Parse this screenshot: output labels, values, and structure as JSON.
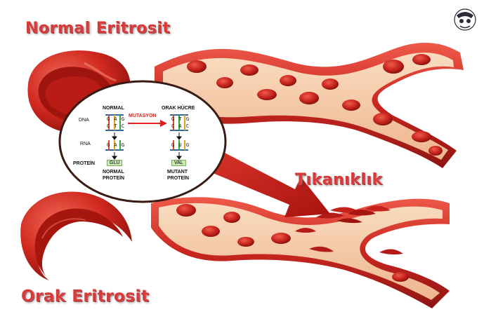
{
  "titles": {
    "normal": "Normal Eritrosit",
    "orak": "Orak Eritrosit",
    "tikaniklik": "Tıkanıklık"
  },
  "inset": {
    "normal_header": "NORMAL",
    "orak_header": "ORAK HÜCRE",
    "mutasyon": "MUTASYON",
    "row_dna": "DNA",
    "row_rna": "RNA",
    "row_protein": "PROTEİN",
    "normal_dna_top": "G A G",
    "normal_dna_bottom": "C T C",
    "normal_rna": "G A G",
    "normal_aa": "GLU",
    "orak_dna_top": "G T G",
    "orak_dna_bottom": "C A C",
    "orak_rna": "G U G",
    "orak_aa": "VAL",
    "normal_protein_1": "NORMAL",
    "normal_protein_2": "PROTEİN",
    "mutant_protein_1": "MUTANT",
    "mutant_protein_2": "PROTEİN"
  },
  "colors": {
    "vessel_wall": "#d9342b",
    "vessel_inner": "#f3c7a3",
    "cell": "#c8221c",
    "arrow": "#c8201c",
    "mutation_arrow": "#e0201c"
  }
}
